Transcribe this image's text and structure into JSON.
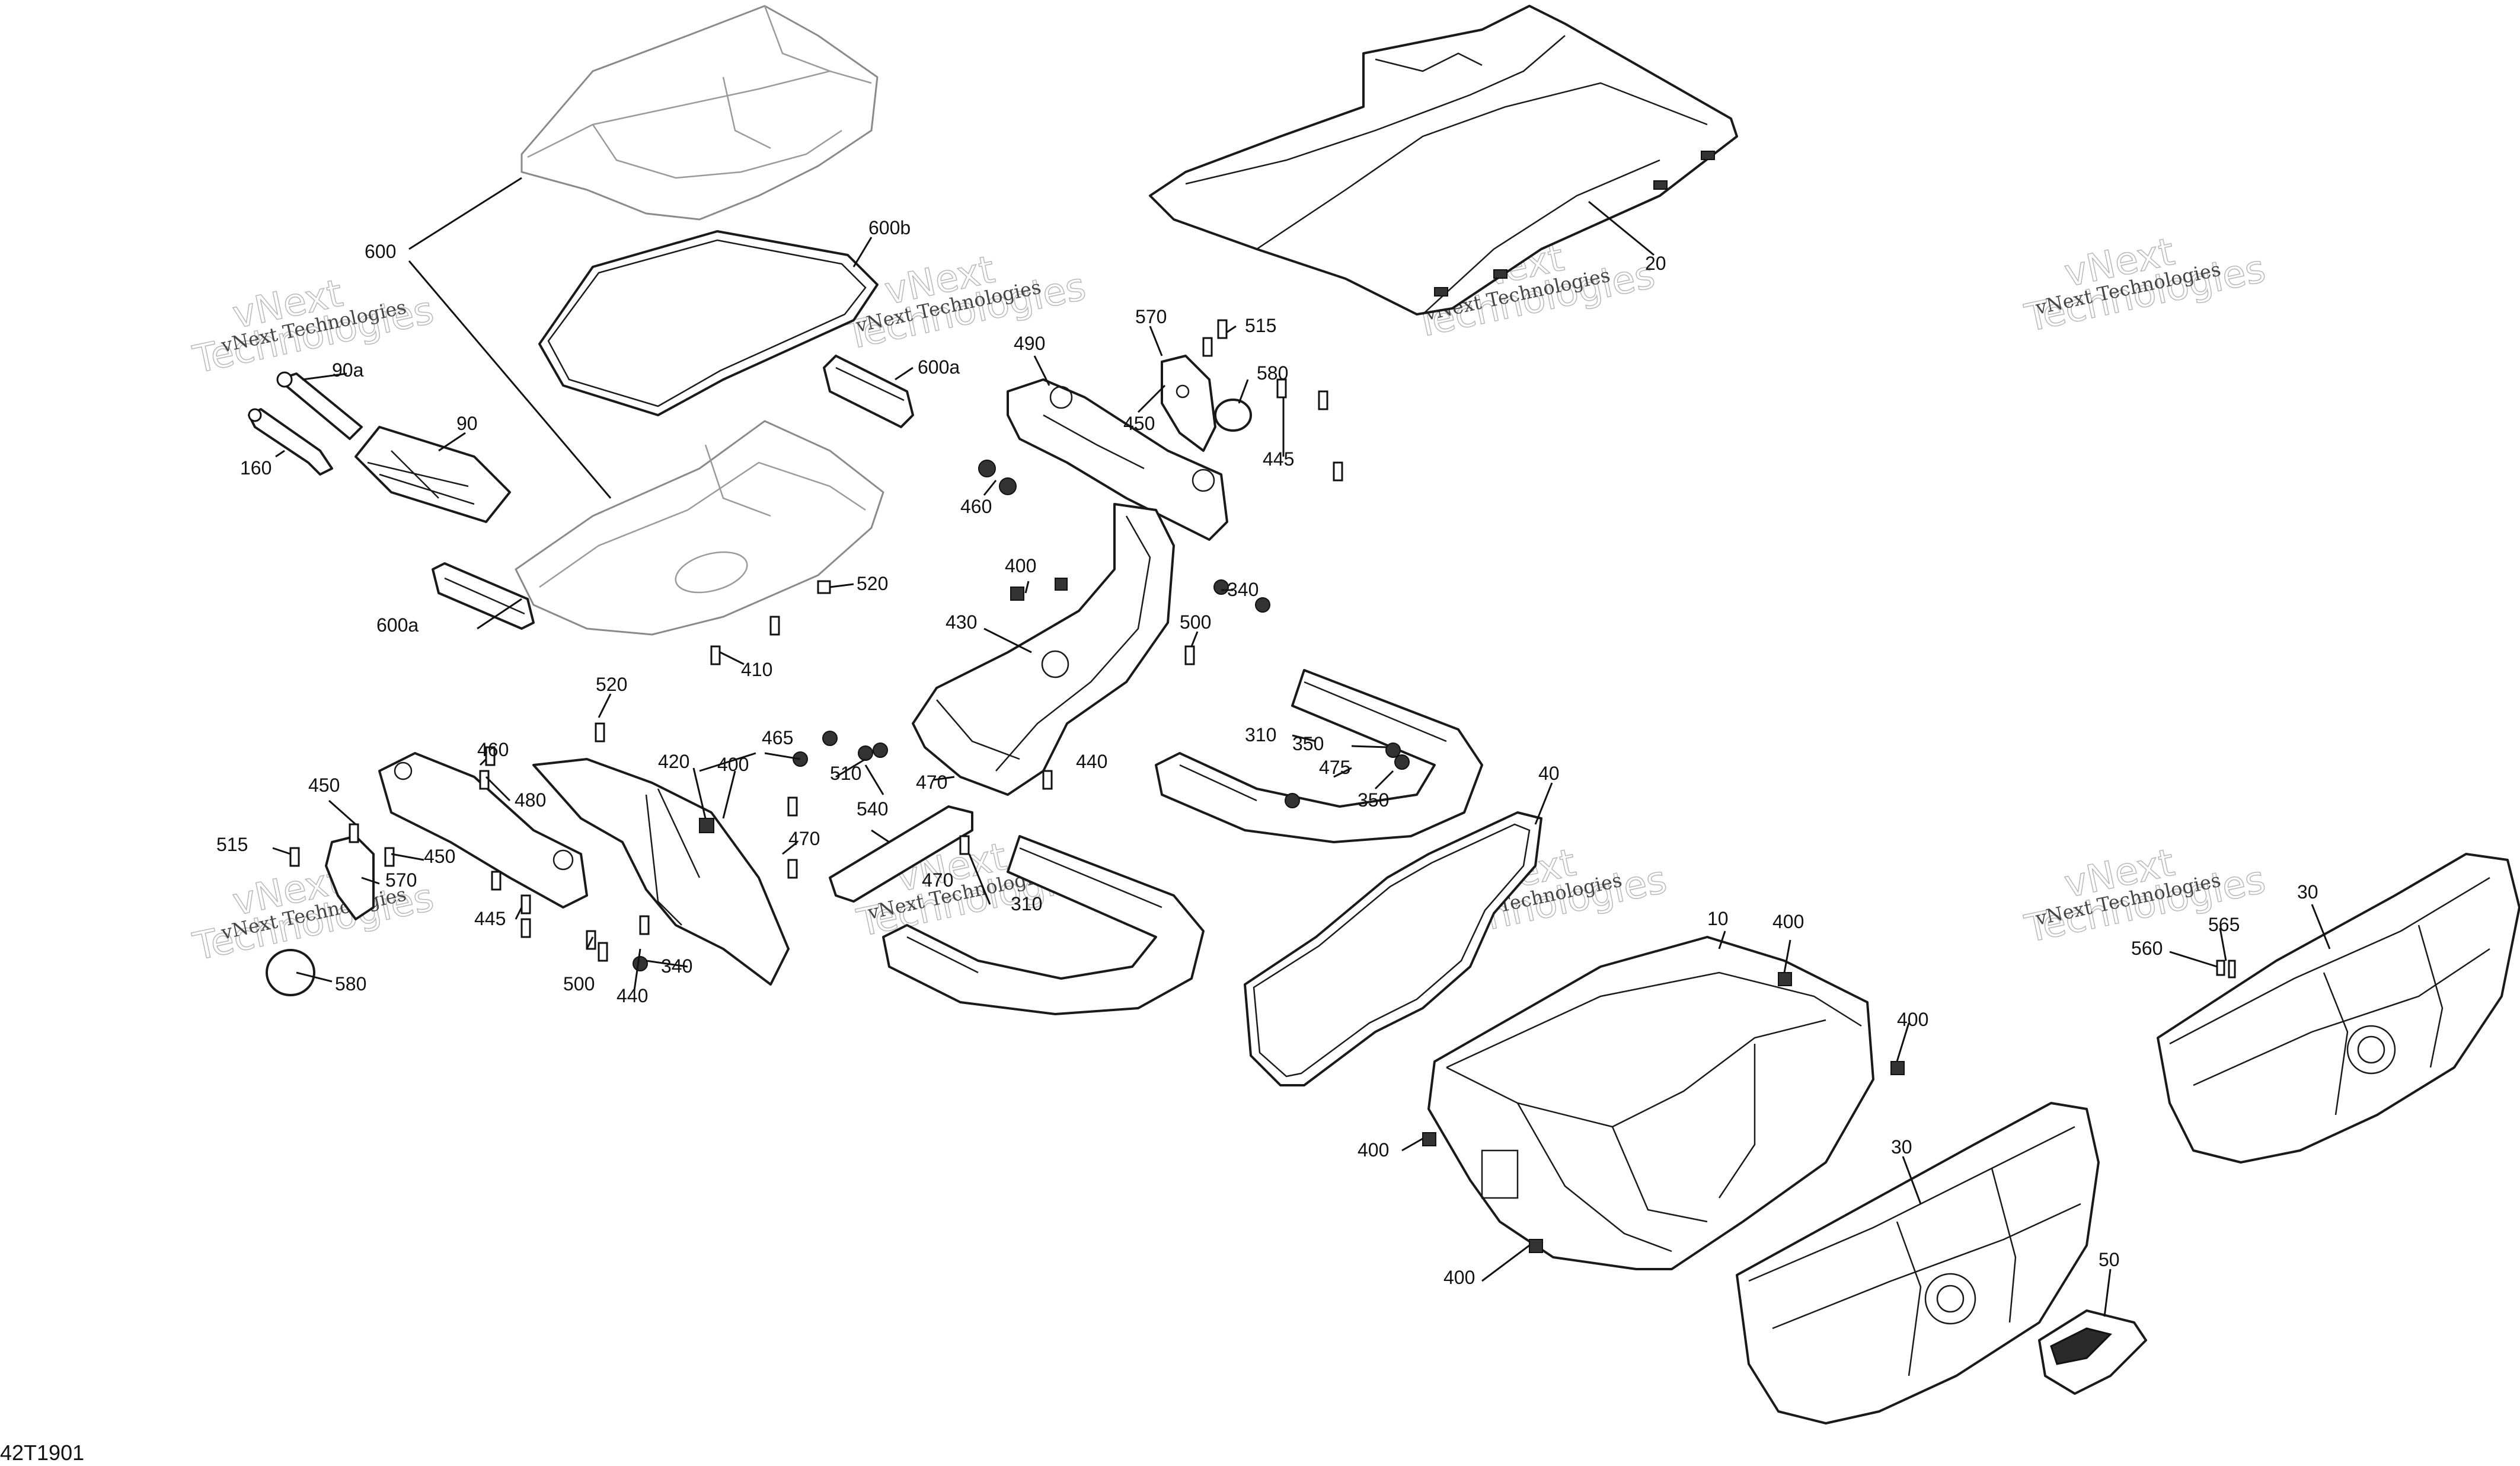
{
  "figure_id": "42T1901",
  "watermark": {
    "line1": "vNext",
    "line2": "Technologies",
    "small": "vNext Technologies"
  },
  "callouts": [
    {
      "id": "c-600",
      "label": "600"
    },
    {
      "id": "c-600b",
      "label": "600b"
    },
    {
      "id": "c-600a-top",
      "label": "600a"
    },
    {
      "id": "c-600a-bottom",
      "label": "600a"
    },
    {
      "id": "c-90a",
      "label": "90a"
    },
    {
      "id": "c-90",
      "label": "90"
    },
    {
      "id": "c-160",
      "label": "160"
    },
    {
      "id": "c-520-top",
      "label": "520"
    },
    {
      "id": "c-520-bottom",
      "label": "520"
    },
    {
      "id": "c-410",
      "label": "410"
    },
    {
      "id": "c-490",
      "label": "490"
    },
    {
      "id": "c-570-top",
      "label": "570"
    },
    {
      "id": "c-515-top",
      "label": "515"
    },
    {
      "id": "c-580-top",
      "label": "580"
    },
    {
      "id": "c-450-top",
      "label": "450"
    },
    {
      "id": "c-445-top",
      "label": "445"
    },
    {
      "id": "c-460-top",
      "label": "460"
    },
    {
      "id": "c-400-a",
      "label": "400"
    },
    {
      "id": "c-340-top",
      "label": "340"
    },
    {
      "id": "c-430",
      "label": "430"
    },
    {
      "id": "c-500-top",
      "label": "500"
    },
    {
      "id": "c-20",
      "label": "20"
    },
    {
      "id": "c-310-top",
      "label": "310"
    },
    {
      "id": "c-350-a",
      "label": "350"
    },
    {
      "id": "c-475",
      "label": "475"
    },
    {
      "id": "c-350-b",
      "label": "350"
    },
    {
      "id": "c-40",
      "label": "40"
    },
    {
      "id": "c-440-top",
      "label": "440"
    },
    {
      "id": "c-470-a",
      "label": "470"
    },
    {
      "id": "c-465",
      "label": "465"
    },
    {
      "id": "c-510",
      "label": "510"
    },
    {
      "id": "c-540",
      "label": "540"
    },
    {
      "id": "c-470-b",
      "label": "470"
    },
    {
      "id": "c-470-c",
      "label": "470"
    },
    {
      "id": "c-310-bottom",
      "label": "310"
    },
    {
      "id": "c-420",
      "label": "420"
    },
    {
      "id": "c-400-b",
      "label": "400"
    },
    {
      "id": "c-460-bottom",
      "label": "460"
    },
    {
      "id": "c-480",
      "label": "480"
    },
    {
      "id": "c-450-a",
      "label": "450"
    },
    {
      "id": "c-450-b",
      "label": "450"
    },
    {
      "id": "c-515-bottom",
      "label": "515"
    },
    {
      "id": "c-570-bottom",
      "label": "570"
    },
    {
      "id": "c-445-bottom",
      "label": "445"
    },
    {
      "id": "c-500-bottom",
      "label": "500"
    },
    {
      "id": "c-440-bottom",
      "label": "440"
    },
    {
      "id": "c-340-bottom",
      "label": "340"
    },
    {
      "id": "c-580-bottom",
      "label": "580"
    },
    {
      "id": "c-10",
      "label": "10"
    },
    {
      "id": "c-400-c",
      "label": "400"
    },
    {
      "id": "c-400-d",
      "label": "400"
    },
    {
      "id": "c-400-e",
      "label": "400"
    },
    {
      "id": "c-400-f",
      "label": "400"
    },
    {
      "id": "c-30-top",
      "label": "30"
    },
    {
      "id": "c-30-bottom",
      "label": "30"
    },
    {
      "id": "c-565",
      "label": "565"
    },
    {
      "id": "c-560",
      "label": "560"
    },
    {
      "id": "c-50",
      "label": "50"
    }
  ]
}
